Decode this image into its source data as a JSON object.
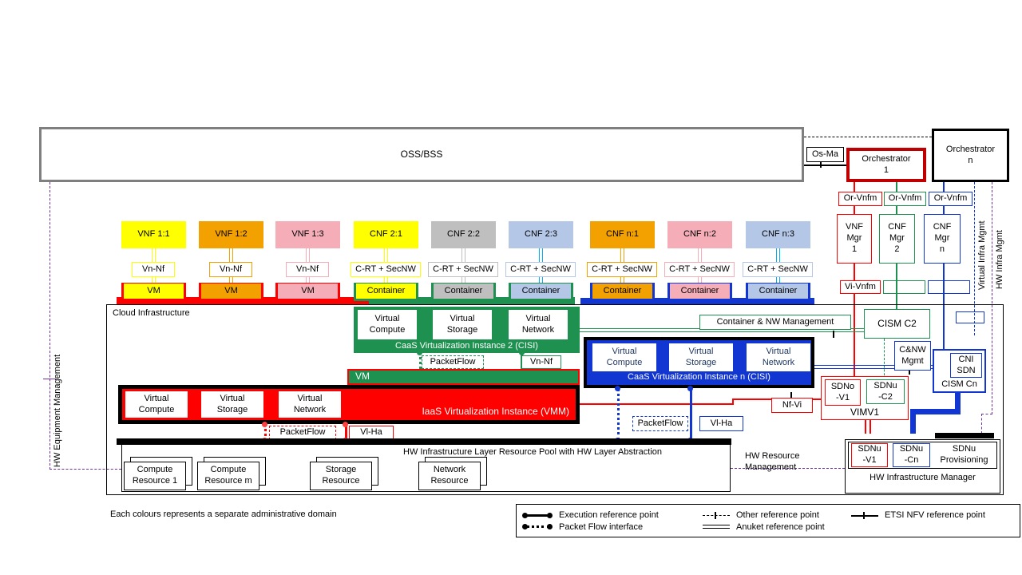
{
  "colors": {
    "red": "#FF0000",
    "dark_red": "#C00000",
    "green": "#1E9150",
    "blue": "#1136D1",
    "yellow": "#FFFF00",
    "orange": "#F2A100",
    "pink": "#F5AEB8",
    "gray": "#BFBFBF",
    "light_blue": "#B4C7E7",
    "cyan": "#00B0F0",
    "purple": "#7030A0",
    "oss_border": "#7F7F7F"
  },
  "oss_bss": "OSS/BSS",
  "os_ma": "Os-Ma",
  "orchestrator_1": "Orchestrator\n1",
  "orchestrator_n": "Orchestrator\nn",
  "or_vnfm": [
    "Or-Vnfm",
    "Or-Vnfm",
    "Or-Vnfm"
  ],
  "managers": [
    "VNF\nMgr\n1",
    "CNF\nMgr\n2",
    "CNF\nMgr\nn"
  ],
  "vi_vnfm": "Vi-Vnfm",
  "side_labels": {
    "virtual_infra_mgmt": "Virtual Infra Mgmt",
    "hw_infra_mgmt": "HW Infra Mgmt",
    "hw_equipment_mgmt": "HW Equipment Management",
    "hw_resource_mgmt": "HW Resource\nManagement"
  },
  "nf_row": [
    {
      "label": "VNF 1:1",
      "connector": "Vn-Nf",
      "unit": "VM"
    },
    {
      "label": "VNF 1:2",
      "connector": "Vn-Nf",
      "unit": "VM"
    },
    {
      "label": "VNF 1:3",
      "connector": "Vn-Nf",
      "unit": "VM"
    },
    {
      "label": "CNF 2:1",
      "connector": "C-RT + SecNW",
      "unit": "Container"
    },
    {
      "label": "CNF 2:2",
      "connector": "C-RT + SecNW",
      "unit": "Container"
    },
    {
      "label": "CNF 2:3",
      "connector": "C-RT + SecNW",
      "unit": "Container"
    },
    {
      "label": "CNF n:1",
      "connector": "C-RT + SecNW",
      "unit": "Container"
    },
    {
      "label": "CNF n:2",
      "connector": "C-RT + SecNW",
      "unit": "Container"
    },
    {
      "label": "CNF n:3",
      "connector": "C-RT + SecNW",
      "unit": "Container"
    }
  ],
  "cloud_infrastructure": "Cloud Infrastructure",
  "caas2": {
    "title": "CaaS Virtualization Instance 2 (CISI)",
    "boxes": [
      "Virtual\nCompute",
      "Virtual\nStorage",
      "Virtual\nNetwork"
    ],
    "packetflow": "PacketFlow",
    "vn_nf": "Vn-Nf"
  },
  "vm_bar": "VM",
  "iaas": {
    "title": "IaaS Virtualization Instance (VMM)",
    "boxes": [
      "Virtual\nCompute",
      "Virtual\nStorage",
      "Virtual\nNetwork"
    ],
    "packetflow": "PacketFlow",
    "vl_ha": "Vl-Ha"
  },
  "caasn": {
    "title": "CaaS Virtualization Instance n (CISI)",
    "boxes": [
      "Virtual\nCompute",
      "Virtual\nStorage",
      "Virtual\nNetwork"
    ],
    "packetflow": "PacketFlow",
    "vl_ha": "Vl-Ha"
  },
  "nf_vi": "Nf-Vi",
  "container_nw_mgmt": "Container & NW Management",
  "cism_c2": "CISM C2",
  "cnw_mgmt": "C&NW\nMgmt",
  "cni_sdn": "CNI\nSDN",
  "cism_cn": "CISM Cn",
  "vim": {
    "sdno_v1": "SDNo\n-V1",
    "sdnu_c2": "SDNu\n-C2",
    "title": "VIMV1"
  },
  "hw_pool": {
    "title": "HW Infrastructure Layer Resource Pool with HW Layer Abstraction",
    "resources": [
      "Compute\nResource 1",
      "Compute\nResource m",
      "Storage\nResource",
      "Network\nResource"
    ]
  },
  "hw_manager": {
    "title": "HW Infrastructure Manager",
    "sdnu_v1": "SDNu\n-V1",
    "sdnu_cn": "SDNu\n-Cn",
    "sdnu_provisioning": "SDNu\nProvisioning"
  },
  "footer_note": "Each colours represents a separate administrative domain",
  "legend": {
    "execution": "Execution reference point",
    "packet_flow": "Packet Flow interface",
    "other": "Other reference point",
    "anuket": "Anuket reference point",
    "etsi": "ETSI NFV reference point"
  }
}
